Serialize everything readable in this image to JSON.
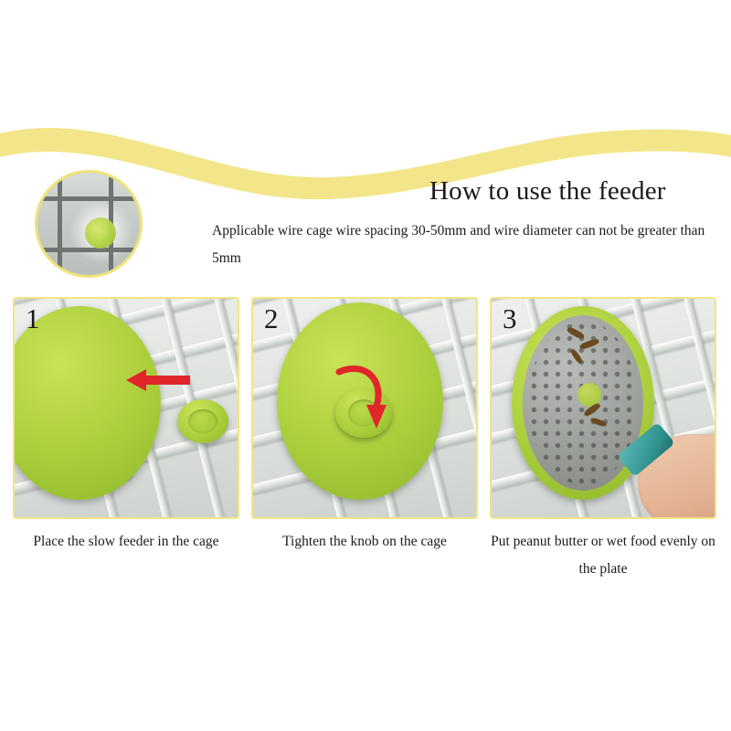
{
  "header": {
    "title": "How to use the feeder",
    "subtitle": "Applicable wire cage wire spacing 30-50mm and wire diameter can not be greater than 5mm"
  },
  "steps": [
    {
      "number": "1",
      "caption": "Place the slow feeder in the cage",
      "icon": "left-arrow-icon"
    },
    {
      "number": "2",
      "caption": "Tighten the knob on the cage",
      "icon": "curved-down-arrow-icon"
    },
    {
      "number": "3",
      "caption": "Put peanut butter or wet food evenly on the plate",
      "icon": "hand-with-tube-icon"
    }
  ],
  "inset": {
    "name": "product-closeup-circle"
  },
  "colors": {
    "accent_yellow": "#f2e480",
    "feeder_green": "#a9cc3a",
    "arrow_red": "#e0262b",
    "plate_grey": "#9fa39e",
    "text": "#1a1a1a"
  }
}
